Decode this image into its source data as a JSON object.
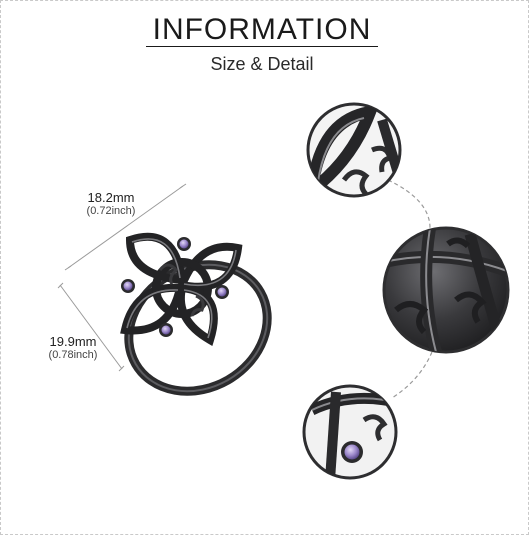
{
  "header": {
    "title": "INFORMATION",
    "subtitle": "Size & Detail"
  },
  "dimensions": {
    "width": {
      "mm": "18.2mm",
      "inch": "(0.72inch)"
    },
    "height": {
      "mm": "19.9mm",
      "inch": "(0.78inch)"
    }
  },
  "colors": {
    "metal": "#2b2b2d",
    "metal_highlight": "#6e6e72",
    "gem": "#9a86c9",
    "line": "#9a9a9a"
  }
}
